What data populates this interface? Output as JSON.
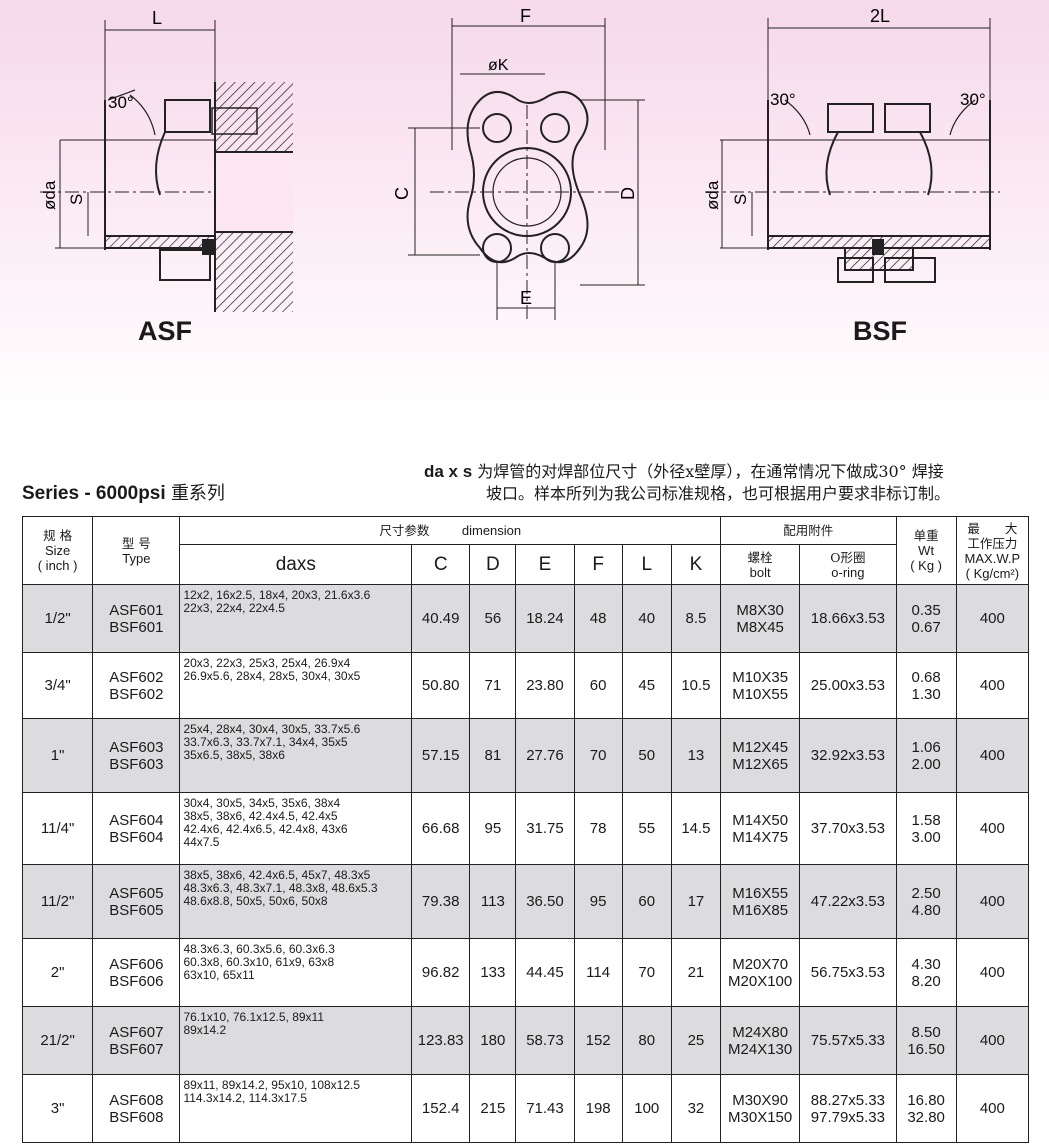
{
  "drawings": {
    "left_title": "ASF",
    "right_title": "BSF",
    "dim_L": "L",
    "dim_F": "F",
    "dim_2L": "2L",
    "dim_K": "øK",
    "dim_C": "C",
    "dim_D": "D",
    "dim_E": "E",
    "dim_da": "ødа",
    "dim_S": "S",
    "angle": "30°"
  },
  "series": {
    "label": "Series - 6000psi",
    "cn": "重系列"
  },
  "note": {
    "bold": "da x s",
    "line1": "为焊管的对焊部位尺寸（外径x壁厚），在通常情况下做成30° 焊接",
    "line2": "坡口。样本所列为我公司标准规格，也可根据用户要求非标订制。"
  },
  "headers": {
    "size_cn": "规 格",
    "size_en": "Size",
    "size_unit": "( inch )",
    "type_cn": "型 号",
    "type_en": "Type",
    "dim_cn": "尺寸参数",
    "dim_en": "dimension",
    "acc_cn": "配用附件",
    "wt_cn": "单重",
    "wt_en": "Wt",
    "wt_unit": "( Kg )",
    "max_cn1": "最　　大",
    "max_cn2": "工作压力",
    "max_en": "MAX.W.P",
    "max_unit": "( Kg/cm²)",
    "daxs": "daxs",
    "C": "C",
    "D": "D",
    "E": "E",
    "F": "F",
    "L": "L",
    "K": "K",
    "bolt_cn": "螺栓",
    "bolt_en": "bolt",
    "oring_cn": "O形圈",
    "oring_en": "o-ring"
  },
  "rows": [
    {
      "size": "1/2\"",
      "asf": "ASF601",
      "bsf": "BSF601",
      "daxs": "12x2, 16x2.5, 18x4, 20x3, 21.6x3.6\n22x3, 22x4, 22x4.5",
      "C": "40.49",
      "D": "56",
      "E": "18.24",
      "F": "48",
      "L": "40",
      "K": "8.5",
      "bolt1": "M8X30",
      "bolt2": "M8X45",
      "oring": "18.66x3.53",
      "wt1": "0.35",
      "wt2": "0.67",
      "wp": "400"
    },
    {
      "size": "3/4\"",
      "asf": "ASF602",
      "bsf": "BSF602",
      "daxs": "20x3, 22x3, 25x3, 25x4, 26.9x4\n26.9x5.6, 28x4, 28x5, 30x4, 30x5",
      "C": "50.80",
      "D": "71",
      "E": "23.80",
      "F": "60",
      "L": "45",
      "K": "10.5",
      "bolt1": "M10X35",
      "bolt2": "M10X55",
      "oring": "25.00x3.53",
      "wt1": "0.68",
      "wt2": "1.30",
      "wp": "400"
    },
    {
      "size": "1\"",
      "asf": "ASF603",
      "bsf": "BSF603",
      "daxs": "25x4, 28x4, 30x4, 30x5, 33.7x5.6\n33.7x6.3, 33.7x7.1, 34x4, 35x5\n35x6.5, 38x5, 38x6",
      "C": "57.15",
      "D": "81",
      "E": "27.76",
      "F": "70",
      "L": "50",
      "K": "13",
      "bolt1": "M12X45",
      "bolt2": "M12X65",
      "oring": "32.92x3.53",
      "wt1": "1.06",
      "wt2": "2.00",
      "wp": "400"
    },
    {
      "size": "11/4\"",
      "asf": "ASF604",
      "bsf": "BSF604",
      "daxs": "30x4, 30x5, 34x5, 35x6, 38x4\n38x5, 38x6, 42.4x4.5, 42.4x5\n42.4x6, 42.4x6.5, 42.4x8, 43x6\n44x7.5",
      "C": "66.68",
      "D": "95",
      "E": "31.75",
      "F": "78",
      "L": "55",
      "K": "14.5",
      "bolt1": "M14X50",
      "bolt2": "M14X75",
      "oring": "37.70x3.53",
      "wt1": "1.58",
      "wt2": "3.00",
      "wp": "400"
    },
    {
      "size": "11/2\"",
      "asf": "ASF605",
      "bsf": "BSF605",
      "daxs": "38x5, 38x6, 42.4x6.5, 45x7, 48.3x5\n48.3x6.3, 48.3x7.1, 48.3x8, 48.6x5.3\n48.6x8.8, 50x5, 50x6, 50x8",
      "C": "79.38",
      "D": "113",
      "E": "36.50",
      "F": "95",
      "L": "60",
      "K": "17",
      "bolt1": "M16X55",
      "bolt2": "M16X85",
      "oring": "47.22x3.53",
      "wt1": "2.50",
      "wt2": "4.80",
      "wp": "400"
    },
    {
      "size": "2\"",
      "asf": "ASF606",
      "bsf": "BSF606",
      "daxs": "48.3x6.3, 60.3x5.6, 60.3x6.3\n60.3x8, 60.3x10, 61x9, 63x8\n63x10, 65x11",
      "C": "96.82",
      "D": "133",
      "E": "44.45",
      "F": "114",
      "L": "70",
      "K": "21",
      "bolt1": "M20X70",
      "bolt2": "M20X100",
      "oring": "56.75x3.53",
      "wt1": "4.30",
      "wt2": "8.20",
      "wp": "400"
    },
    {
      "size": "21/2\"",
      "asf": "ASF607",
      "bsf": "BSF607",
      "daxs": "76.1x10, 76.1x12.5, 89x11\n89x14.2",
      "C": "123.83",
      "D": "180",
      "E": "58.73",
      "F": "152",
      "L": "80",
      "K": "25",
      "bolt1": "M24X80",
      "bolt2": "M24X130",
      "oring": "75.57x5.33",
      "wt1": "8.50",
      "wt2": "16.50",
      "wp": "400"
    },
    {
      "size": "3\"",
      "asf": "ASF608",
      "bsf": "BSF608",
      "daxs": "89x11, 89x14.2, 95x10, 108x12.5\n114.3x14.2, 114.3x17.5",
      "C": "152.4",
      "D": "215",
      "E": "71.43",
      "F": "198",
      "L": "100",
      "K": "32",
      "bolt1": "M30X90",
      "bolt2": "M30X150",
      "oring": "88.27x5.33\n97.79x5.33",
      "wt1": "16.80",
      "wt2": "32.80",
      "wp": "400"
    }
  ]
}
